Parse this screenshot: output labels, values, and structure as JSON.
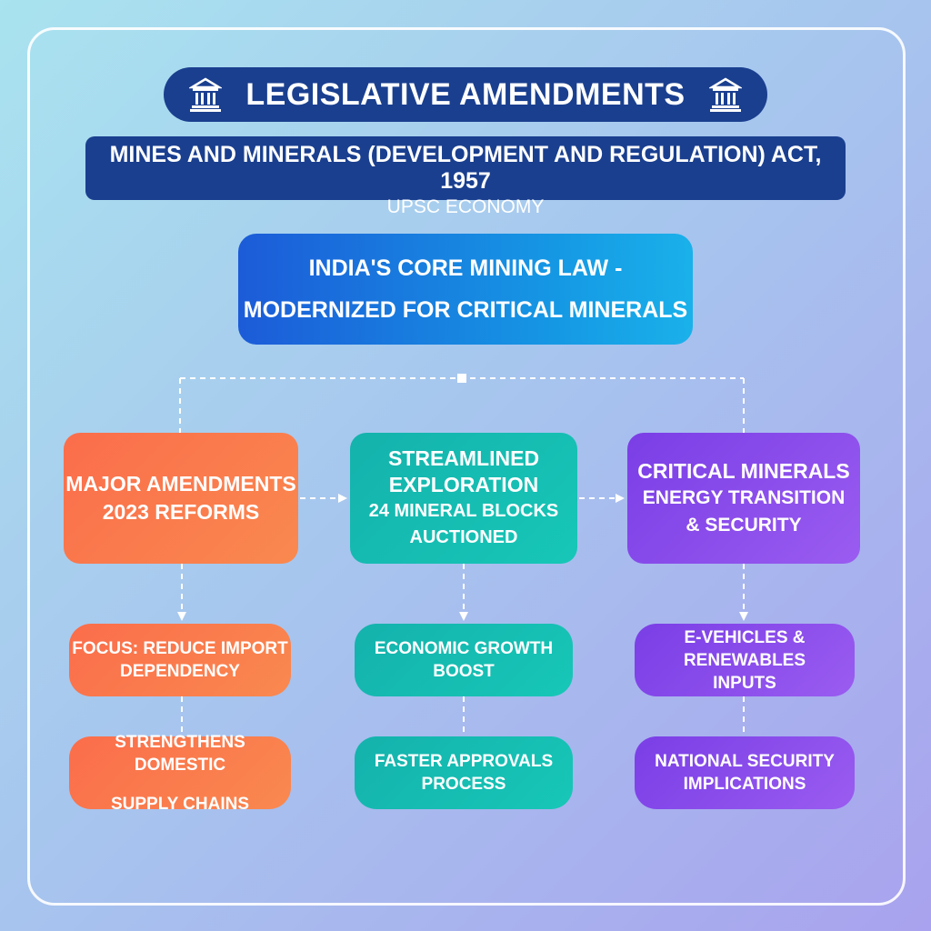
{
  "title": "LEGISLATIVE AMENDMENTS",
  "act_title": "MINES AND MINERALS (DEVELOPMENT AND REGULATION) ACT, 1957",
  "subject": "UPSC ECONOMY",
  "icons": {
    "left": "government-building-icon",
    "right": "government-building-icon"
  },
  "core": {
    "line1": "INDIA'S CORE MINING LAW -",
    "line2": "MODERNIZED FOR CRITICAL MINERALS"
  },
  "colors": {
    "title_bg": "#1a3f8f",
    "core": "#1c5bd8",
    "orange": "#fb6d4b",
    "teal": "#14b2ac",
    "purple": "#7a3ee6"
  },
  "columns": [
    {
      "main": [
        "MAJOR AMENDMENTS",
        "2023 REFORMS"
      ],
      "items": [
        [
          "FOCUS: REDUCE IMPORT",
          "DEPENDENCY"
        ],
        [
          "STRENGTHENS DOMESTIC",
          "SUPPLY CHAINS"
        ]
      ]
    },
    {
      "main": [
        "STREAMLINED",
        "EXPLORATION",
        "24 MINERAL BLOCKS",
        "AUCTIONED"
      ],
      "items": [
        [
          "ECONOMIC GROWTH",
          "BOOST"
        ],
        [
          "FASTER APPROVALS",
          "PROCESS"
        ]
      ]
    },
    {
      "main": [
        "CRITICAL MINERALS",
        "ENERGY TRANSITION",
        "& SECURITY"
      ],
      "items": [
        [
          "E-VEHICLES &",
          "RENEWABLES",
          "INPUTS"
        ],
        [
          "NATIONAL SECURITY",
          "IMPLICATIONS"
        ]
      ]
    }
  ]
}
